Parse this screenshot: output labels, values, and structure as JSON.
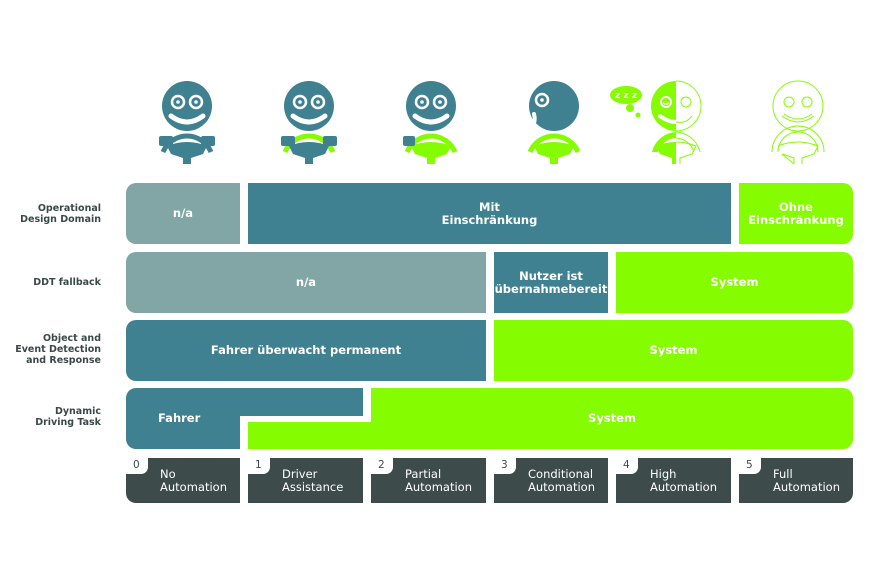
{
  "colors": {
    "grey": "#82a6a6",
    "teal": "#3f8191",
    "lime": "#86fc00",
    "dark": "#3d4b4b"
  },
  "rows": [
    {
      "label": "Operational Design Domain",
      "label_lines": [
        "Operational",
        "Design Domain"
      ]
    },
    {
      "label": "DDT fallback",
      "label_lines": [
        "DDT fallback"
      ]
    },
    {
      "label": "Object and Event Detection and Response",
      "label_lines": [
        "Object and",
        "Event Detection",
        "and Response"
      ]
    },
    {
      "label": "Dynamic Driving Task",
      "label_lines": [
        "Dynamic",
        "Driving Task"
      ]
    }
  ],
  "cells": {
    "odd_na": "n/a",
    "odd_mit": [
      "Mit",
      "Einschränkung"
    ],
    "odd_ohne": [
      "Ohne",
      "Einschränkung"
    ],
    "fallback_na": "n/a",
    "fallback_nutzer": [
      "Nutzer ist",
      "übernahmebereit"
    ],
    "fallback_system": "System",
    "oedr_fahrer": "Fahrer überwacht permanent",
    "oedr_system": "System",
    "ddt_fahrer": "Fahrer",
    "ddt_system": "System"
  },
  "levels": [
    {
      "num": "0",
      "line1": "No",
      "line2": "Automation",
      "icon": "driver-hands-on-wheel-icon"
    },
    {
      "num": "1",
      "line1": "Driver",
      "line2": "Assistance",
      "icon": "driver-assisted-steering-icon"
    },
    {
      "num": "2",
      "line1": "Partial",
      "line2": "Automation",
      "icon": "driver-partial-automation-icon"
    },
    {
      "num": "3",
      "line1": "Conditional",
      "line2": "Automation",
      "icon": "driver-looking-away-icon"
    },
    {
      "num": "4",
      "line1": "High",
      "line2": "Automation",
      "icon": "driver-sleeping-icon"
    },
    {
      "num": "5",
      "line1": "Full",
      "line2": "Automation",
      "icon": "no-driver-outline-icon"
    }
  ],
  "sleep_text": "z z z"
}
